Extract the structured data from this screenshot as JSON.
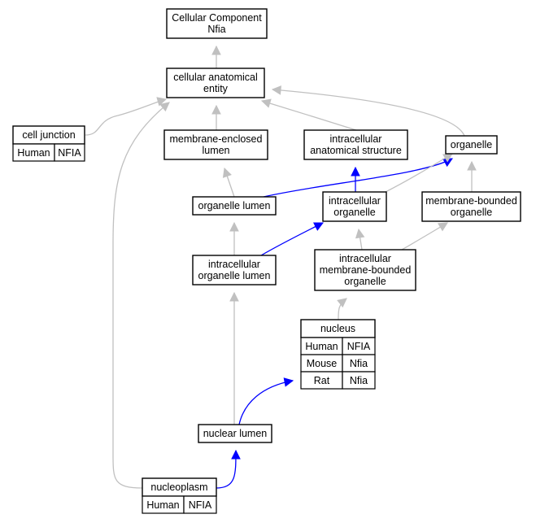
{
  "colors": {
    "is_a_edge": "#c0c0c0",
    "part_of_edge": "#0000ff",
    "species": {
      "Human": "#f0644e",
      "Mouse": "#add8e6",
      "Rat": "#ffd700"
    }
  },
  "nodes": [
    {
      "id": "cellular-component",
      "lines": [
        "Cellular Component",
        "Nfia"
      ]
    },
    {
      "id": "cellular-anatomical-entity",
      "lines": [
        "cellular anatomical",
        "entity"
      ]
    },
    {
      "id": "cell-junction",
      "lines": [
        "cell junction"
      ],
      "annotations": [
        {
          "species": "Human",
          "gene": "NFIA"
        }
      ]
    },
    {
      "id": "membrane-enclosed-lumen",
      "lines": [
        "membrane-enclosed",
        "lumen"
      ]
    },
    {
      "id": "intracellular-anatomical-structure",
      "lines": [
        "intracellular",
        "anatomical structure"
      ]
    },
    {
      "id": "organelle",
      "lines": [
        "organelle"
      ]
    },
    {
      "id": "organelle-lumen",
      "lines": [
        "organelle lumen"
      ]
    },
    {
      "id": "intracellular-organelle",
      "lines": [
        "intracellular",
        "organelle"
      ]
    },
    {
      "id": "membrane-bounded-organelle",
      "lines": [
        "membrane-bounded",
        "organelle"
      ]
    },
    {
      "id": "intracellular-organelle-lumen",
      "lines": [
        "intracellular",
        "organelle lumen"
      ]
    },
    {
      "id": "intracellular-membrane-bounded-organelle",
      "lines": [
        "intracellular",
        "membrane-bounded",
        "organelle"
      ]
    },
    {
      "id": "nucleus",
      "lines": [
        "nucleus"
      ],
      "annotations": [
        {
          "species": "Human",
          "gene": "NFIA"
        },
        {
          "species": "Mouse",
          "gene": "Nfia"
        },
        {
          "species": "Rat",
          "gene": "Nfia"
        }
      ]
    },
    {
      "id": "nuclear-lumen",
      "lines": [
        "nuclear lumen"
      ]
    },
    {
      "id": "nucleoplasm",
      "lines": [
        "nucleoplasm"
      ],
      "annotations": [
        {
          "species": "Human",
          "gene": "NFIA"
        }
      ]
    }
  ],
  "edges": [
    {
      "from": "cellular-anatomical-entity",
      "to": "cellular-component",
      "type": "is_a"
    },
    {
      "from": "cell-junction",
      "to": "cellular-anatomical-entity",
      "type": "is_a"
    },
    {
      "from": "membrane-enclosed-lumen",
      "to": "cellular-anatomical-entity",
      "type": "is_a"
    },
    {
      "from": "intracellular-anatomical-structure",
      "to": "cellular-anatomical-entity",
      "type": "is_a"
    },
    {
      "from": "organelle",
      "to": "cellular-anatomical-entity",
      "type": "is_a"
    },
    {
      "from": "nucleoplasm",
      "to": "cellular-anatomical-entity",
      "type": "is_a"
    },
    {
      "from": "organelle-lumen",
      "to": "membrane-enclosed-lumen",
      "type": "is_a"
    },
    {
      "from": "organelle-lumen",
      "to": "organelle",
      "type": "part_of"
    },
    {
      "from": "intracellular-organelle",
      "to": "intracellular-anatomical-structure",
      "type": "part_of"
    },
    {
      "from": "intracellular-organelle",
      "to": "organelle",
      "type": "is_a"
    },
    {
      "from": "membrane-bounded-organelle",
      "to": "organelle",
      "type": "is_a"
    },
    {
      "from": "intracellular-organelle-lumen",
      "to": "organelle-lumen",
      "type": "is_a"
    },
    {
      "from": "intracellular-organelle-lumen",
      "to": "intracellular-organelle",
      "type": "part_of"
    },
    {
      "from": "intracellular-membrane-bounded-organelle",
      "to": "intracellular-organelle",
      "type": "is_a"
    },
    {
      "from": "intracellular-membrane-bounded-organelle",
      "to": "membrane-bounded-organelle",
      "type": "is_a"
    },
    {
      "from": "nucleus",
      "to": "intracellular-membrane-bounded-organelle",
      "type": "is_a"
    },
    {
      "from": "nuclear-lumen",
      "to": "intracellular-organelle-lumen",
      "type": "is_a"
    },
    {
      "from": "nuclear-lumen",
      "to": "nucleus",
      "type": "part_of"
    },
    {
      "from": "nucleoplasm",
      "to": "nuclear-lumen",
      "type": "part_of"
    }
  ]
}
